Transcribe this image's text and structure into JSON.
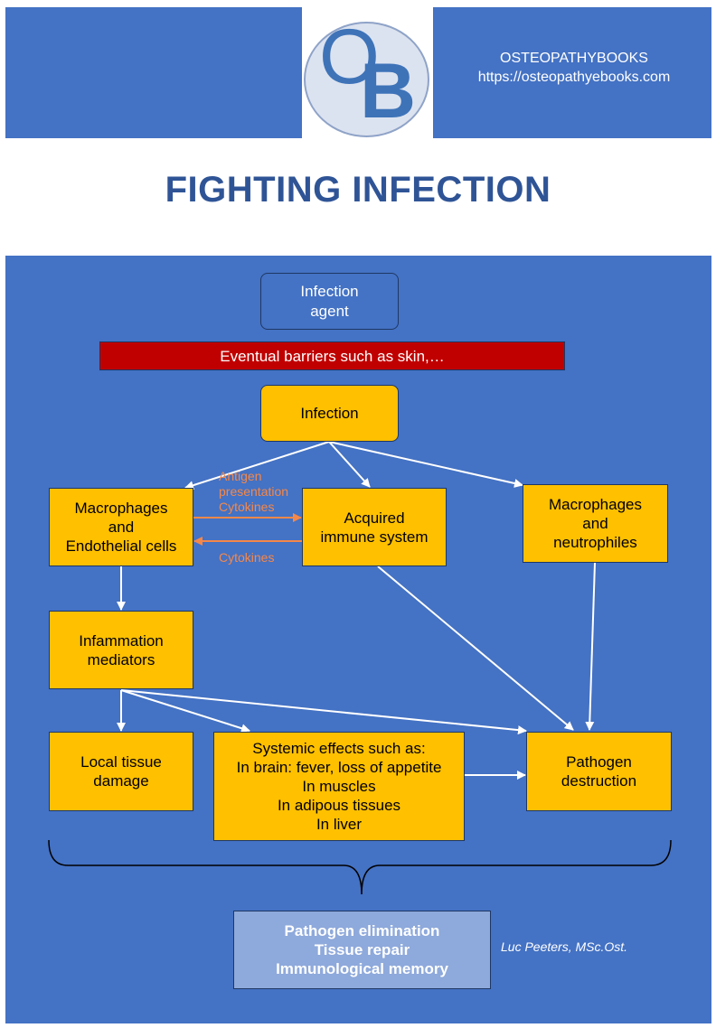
{
  "header": {
    "logo_letters": [
      "O",
      "B"
    ],
    "site_name": "OSTEOPATHYBOOKS",
    "site_url": "https://osteopathyebooks.com"
  },
  "title": "FIGHTING INFECTION",
  "diagram": {
    "nodes": {
      "infection_agent": [
        "Infection",
        "agent"
      ],
      "barriers": "Eventual barriers such as skin,…",
      "infection": "Infection",
      "macrophages_endothelial": [
        "Macrophages",
        "and",
        "Endothelial cells"
      ],
      "acquired_immune": [
        "Acquired",
        "immune system"
      ],
      "macrophages_neutrophiles": [
        "Macrophages",
        "and",
        "neutrophiles"
      ],
      "inflammation_mediators": [
        "Infammation",
        "mediators"
      ],
      "local_tissue_damage": [
        "Local tissue",
        "damage"
      ],
      "systemic_effects": [
        "Systemic effects such as:",
        "In brain: fever, loss of appetite",
        "In muscles",
        "In adipous tissues",
        "In liver"
      ],
      "pathogen_destruction": [
        "Pathogen",
        "destruction"
      ],
      "outcomes": [
        "Pathogen elimination",
        "Tissue repair",
        "Immunological memory"
      ]
    },
    "edge_labels": {
      "to_acquired": [
        "Antigen",
        "presentation",
        "Cytokines"
      ],
      "to_macrophages": "Cytokines"
    },
    "colors": {
      "panel": "#4472C4",
      "node_fill": "#FFC000",
      "barrier_fill": "#C00000",
      "outcome_fill": "#8EA9DB",
      "edge_label": "#F4884A",
      "title": "#2F5496"
    }
  },
  "author": "Luc Peeters, MSc.Ost."
}
